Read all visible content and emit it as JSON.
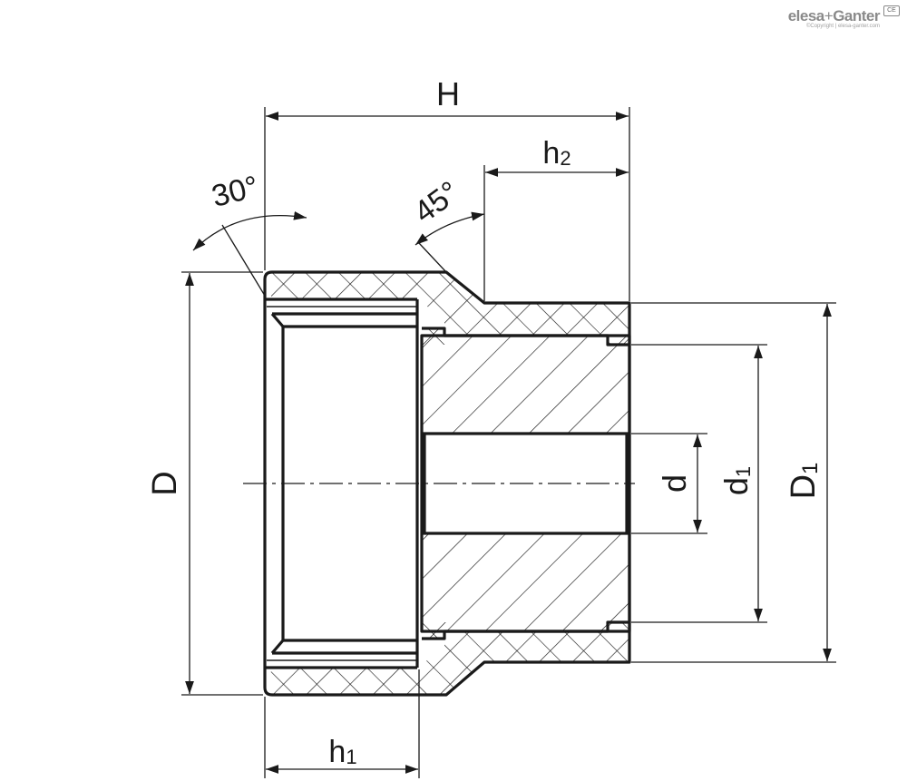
{
  "logo": {
    "brand": "elesa",
    "plus": "+",
    "partner": "Ganter",
    "copyright": "©Copyright | elesa-ganter.com",
    "badge": "CE"
  },
  "dimensions": {
    "H": "H",
    "h2_base": "h",
    "h2_sub": "2",
    "h1_base": "h",
    "h1_sub": "1",
    "D": "D",
    "D1_base": "D",
    "D1_sub": "1",
    "d": "d",
    "d1_base": "d",
    "d1_sub": "1",
    "angle_30": "30°",
    "angle_45": "45°"
  },
  "colors": {
    "line": "#1a1a1a",
    "logo": "#8a8a8a"
  }
}
